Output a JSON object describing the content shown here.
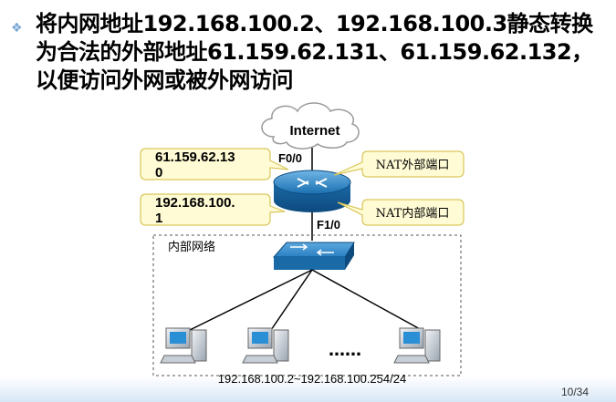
{
  "bullet": {
    "icon": "diamond-bullet-icon",
    "text": "将内网地址192.168.100.2、192.168.100.3静态转换为合法的外部地址61.159.62.131、61.159.62.132，以便访问外网或被外网访问"
  },
  "diagram": {
    "cloud_label": "Internet",
    "outside_ip": "61.159.62.13\n0",
    "outside_ip_line1": "61.159.62.13",
    "outside_ip_line2": "0",
    "inside_ip_line1": "192.168.100.",
    "inside_ip_line2": "1",
    "port_outside": "F0/0",
    "port_inside": "F1/0",
    "nat_outside_label": "NAT外部端口",
    "nat_inside_label": "NAT内部端口",
    "lan_label": "内部网络",
    "ellipsis": "……",
    "ip_range": "192.168.100.2~192.168.100.254/24"
  },
  "page": {
    "number": "10/34"
  },
  "colors": {
    "callout_fill": "#fffbd4",
    "callout_stroke": "#d9c65a",
    "router_blue": "#1e7fc4",
    "bullet_blue": "#7aa6d6"
  }
}
